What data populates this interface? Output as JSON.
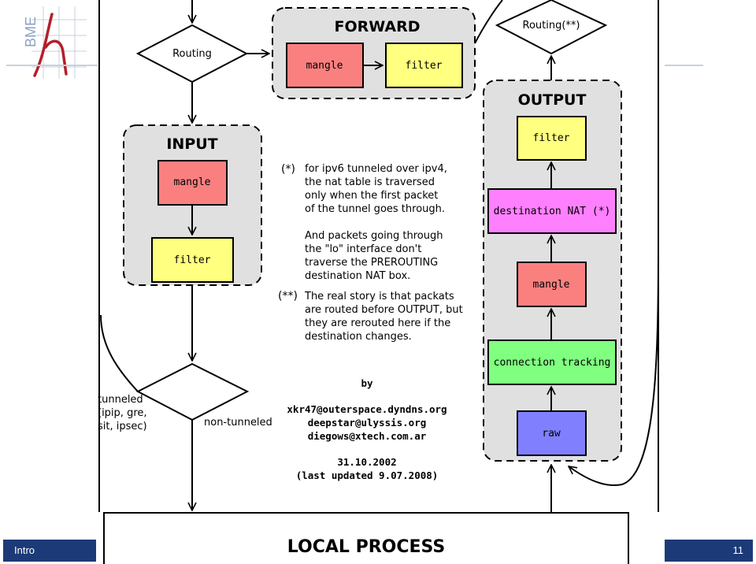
{
  "logo": {
    "text": "BME",
    "colors": {
      "text": "#8aa2c3",
      "mark": "#b41e2a",
      "grid": "#c9d0dc"
    }
  },
  "diagram": {
    "forward": {
      "title": "FORWARD",
      "mangle": "mangle",
      "filter": "filter"
    },
    "input": {
      "title": "INPUT",
      "mangle": "mangle",
      "filter": "filter"
    },
    "output": {
      "title": "OUTPUT",
      "filter": "filter",
      "dnat": "destination NAT (*)",
      "mangle": "mangle",
      "conntrack": "connection tracking",
      "raw": "raw"
    },
    "routing": "Routing",
    "routing2": "Routing(**)",
    "tunneled": [
      "tunneled",
      "(ipip, gre,",
      "sit, ipsec)"
    ],
    "non_tunneled": "non-tunneled",
    "note1_marker": "(*)",
    "note1_lines": [
      "for ipv6 tunneled over ipv4,",
      "the nat table is traversed",
      "only when the first packet",
      "of the tunnel goes through."
    ],
    "note1b_lines": [
      "And packets going through",
      "the \"lo\" interface don't",
      "traverse the PREROUTING",
      "destination NAT box."
    ],
    "note2_marker": "(**)",
    "note2_lines": [
      "The real story is that packats",
      "are routed before OUTPUT, but",
      "they are rerouted here if the",
      "destination changes."
    ],
    "credits_by": "by",
    "credits_emails": [
      "xkr47@outerspace.dyndns.org",
      "deepstar@ulyssis.org",
      "diegows@xtech.com.ar"
    ],
    "credits_date": "31.10.2002",
    "credits_updated": "(last updated 9.07.2008)",
    "local_process": "LOCAL PROCESS"
  },
  "footer": {
    "left": "Intro",
    "right": "11"
  },
  "colors": {
    "mangle": "#fa8080",
    "filter": "#ffff80",
    "dnat": "#ff80ff",
    "conntrack": "#80ff80",
    "raw": "#8080ff",
    "group_bg": "#e0e0e0",
    "footer": "#1c3a78"
  }
}
